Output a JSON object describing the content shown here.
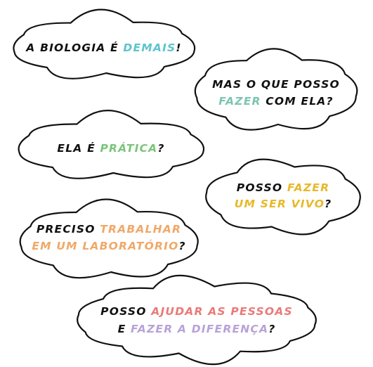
{
  "colors": {
    "text": "#111111",
    "outline": "#111111",
    "bubble_fill": "#ffffff",
    "cyan": "#5ec4cc",
    "teal": "#7cc4b2",
    "green": "#7cc47a",
    "yellow": "#e8b82a",
    "orange": "#f0a868",
    "red": "#ea7a78",
    "purple": "#b8a2d8"
  },
  "bubbles": [
    {
      "id": "bubble-1",
      "lines": [
        [
          {
            "text": "A BIOLOGIA É ",
            "color": "text"
          },
          {
            "text": "DEMAIS",
            "color": "cyan"
          },
          {
            "text": "!",
            "color": "text"
          }
        ]
      ]
    },
    {
      "id": "bubble-2",
      "lines": [
        [
          {
            "text": "MAS O QUE POSSO",
            "color": "text"
          }
        ],
        [
          {
            "text": "FAZER",
            "color": "teal"
          },
          {
            "text": " COM ELA?",
            "color": "text"
          }
        ]
      ]
    },
    {
      "id": "bubble-3",
      "lines": [
        [
          {
            "text": "ELA É ",
            "color": "text"
          },
          {
            "text": "PRÁTICA",
            "color": "green"
          },
          {
            "text": "?",
            "color": "text"
          }
        ]
      ]
    },
    {
      "id": "bubble-4",
      "lines": [
        [
          {
            "text": "POSSO ",
            "color": "text"
          },
          {
            "text": "FAZER",
            "color": "yellow"
          }
        ],
        [
          {
            "text": "UM SER VIVO",
            "color": "yellow"
          },
          {
            "text": "?",
            "color": "text"
          }
        ]
      ]
    },
    {
      "id": "bubble-5",
      "lines": [
        [
          {
            "text": "PRECISO ",
            "color": "text"
          },
          {
            "text": "TRABALHAR",
            "color": "orange"
          }
        ],
        [
          {
            "text": "EM UM LABORATÓRIO",
            "color": "orange"
          },
          {
            "text": "?",
            "color": "text"
          }
        ]
      ]
    },
    {
      "id": "bubble-6",
      "lines": [
        [
          {
            "text": "POSSO ",
            "color": "text"
          },
          {
            "text": "AJUDAR AS PESSOAS",
            "color": "red"
          }
        ],
        [
          {
            "text": "E ",
            "color": "text"
          },
          {
            "text": "FAZER A DIFERENÇA",
            "color": "purple"
          },
          {
            "text": "?",
            "color": "text"
          }
        ]
      ]
    }
  ]
}
